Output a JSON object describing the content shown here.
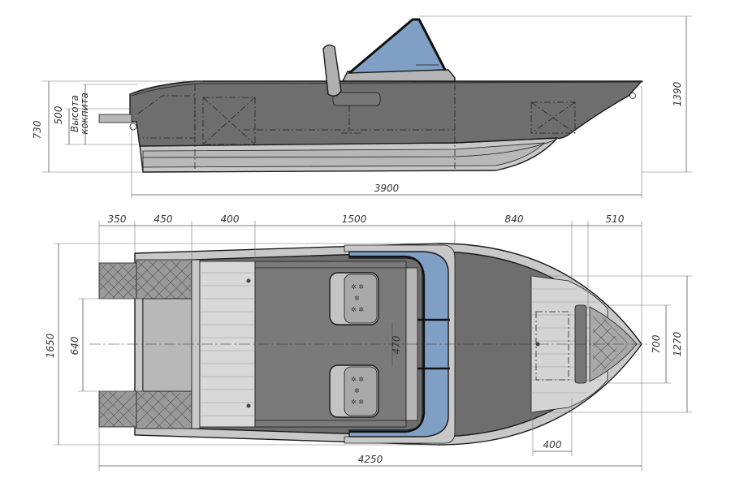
{
  "colors": {
    "hull_dark": "#6e6e6e",
    "hull_mid": "#8f8f8f",
    "hull_light": "#c8c8c8",
    "deck_light": "#d8d8d8",
    "glass_blue": "#7f9fc4",
    "line": "#1a1a1a"
  },
  "side_view": {
    "overall_height": "1390",
    "cockpit_height_label_1": "Высота",
    "cockpit_height_label_2": "кокпита",
    "cockpit_height": "500",
    "side_height": "730",
    "length": "3900"
  },
  "top_view": {
    "dims_top": [
      "350",
      "450",
      "400",
      "1500",
      "840",
      "510"
    ],
    "beam": "1650",
    "inner_width": "640",
    "seat_gap": "470",
    "bow_width_inner": "700",
    "bow_width_outer": "1270",
    "bow_locker": "400",
    "overall_length": "4250"
  }
}
